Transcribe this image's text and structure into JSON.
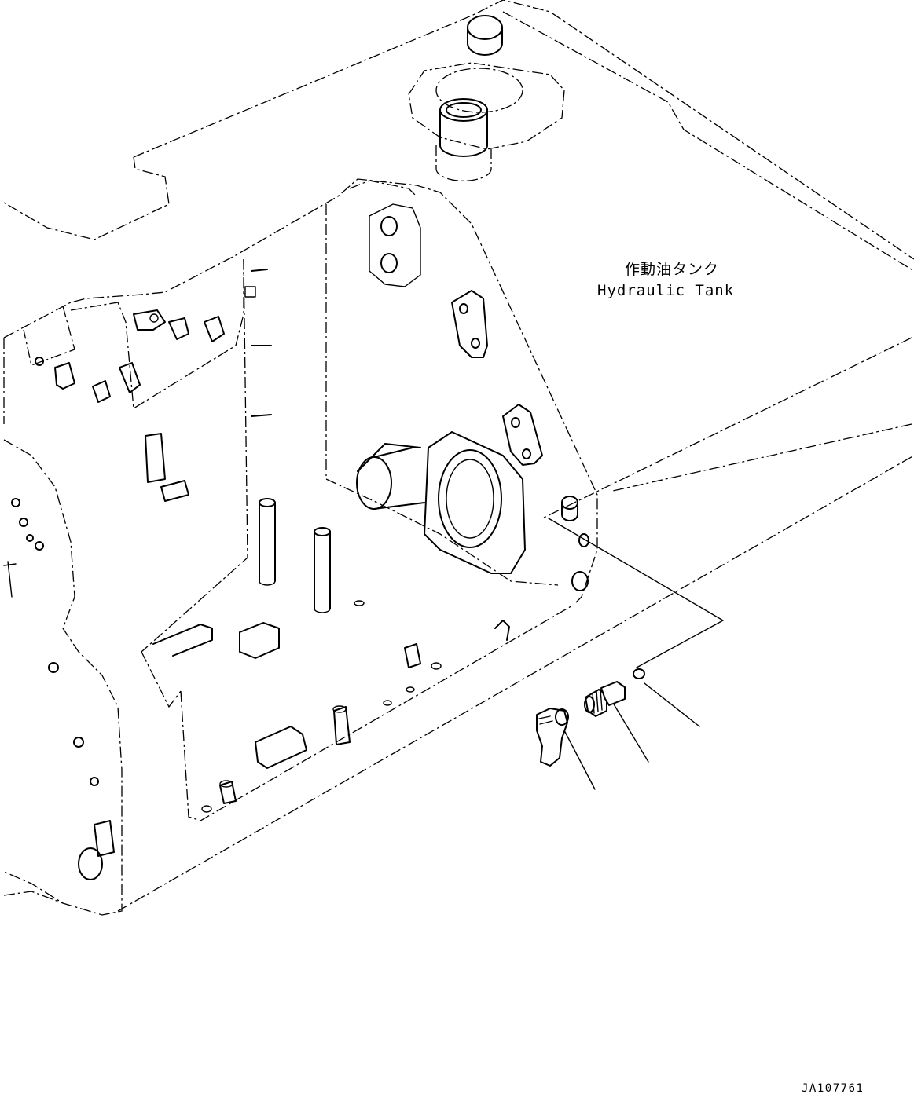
{
  "callout": {
    "label_jp": "作動油タンク",
    "label_en": "Hydraulic Tank"
  },
  "footer": {
    "drawing_number": "JA107761"
  },
  "parts": [
    {
      "icon": "bracket-clip-icon"
    },
    {
      "icon": "threaded-fitting-icon"
    },
    {
      "icon": "o-ring-icon"
    }
  ]
}
